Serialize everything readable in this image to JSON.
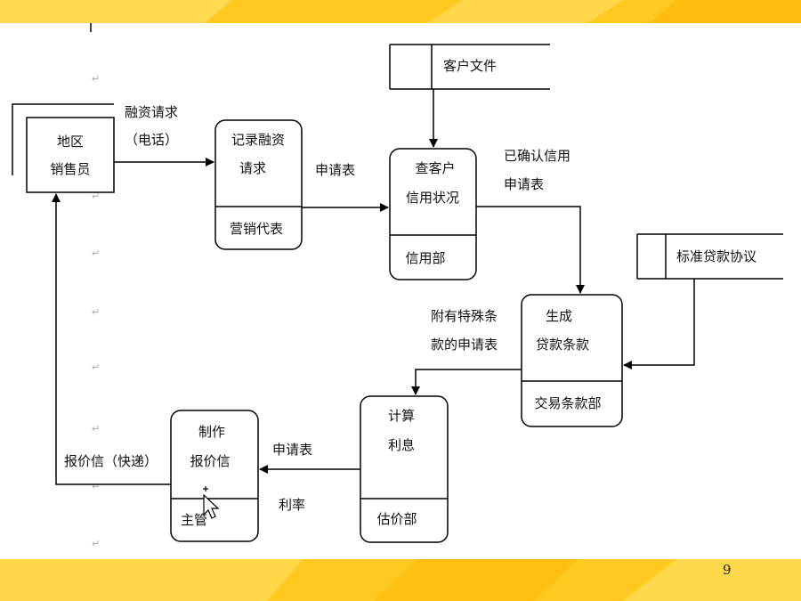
{
  "slide": {
    "page_number": "9",
    "theme_colors": {
      "band": "#FFC91F",
      "band_light": "#FFE36A",
      "line": "#000000"
    }
  },
  "external_entity": {
    "line1": "地区",
    "line2": "销售员"
  },
  "data_stores": {
    "customer_file": "客户文件",
    "standard_loan_agreement": "标准贷款协议"
  },
  "processes": {
    "record_request": {
      "line1": "记录融资",
      "line2": "请求",
      "agent": "营销代表"
    },
    "check_credit": {
      "line1": "查客户",
      "line2": "信用状况",
      "agent": "信用部"
    },
    "generate_terms": {
      "line1": "生成",
      "line2": "贷款条款",
      "agent": "交易条款部"
    },
    "compute_interest": {
      "line1": "计算",
      "line2": "利息",
      "agent": "估价部"
    },
    "make_quote": {
      "line1": "制作",
      "line2": "报价信",
      "agent": "主管"
    }
  },
  "flows": {
    "financing_request_1": "融资请求",
    "financing_request_2": "（电话）",
    "application_form_1": "申请表",
    "confirmed_credit_1": "已确认信用",
    "confirmed_credit_2": "申请表",
    "special_terms_1": "附有特殊条",
    "special_terms_2": "款的申请表",
    "application_form_2": "申请表",
    "interest_rate": "利率",
    "quote_letter": "报价信（快递）"
  }
}
